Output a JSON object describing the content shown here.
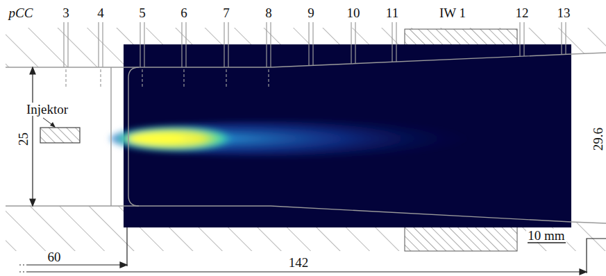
{
  "diagram": {
    "labels": [
      "pCC",
      "3",
      "4",
      "5",
      "6",
      "7",
      "8",
      "9",
      "10",
      "11",
      "IW 1",
      "12",
      "13",
      "Injektor",
      "25",
      "29.6",
      "10 mm",
      "60",
      "142"
    ]
  }
}
